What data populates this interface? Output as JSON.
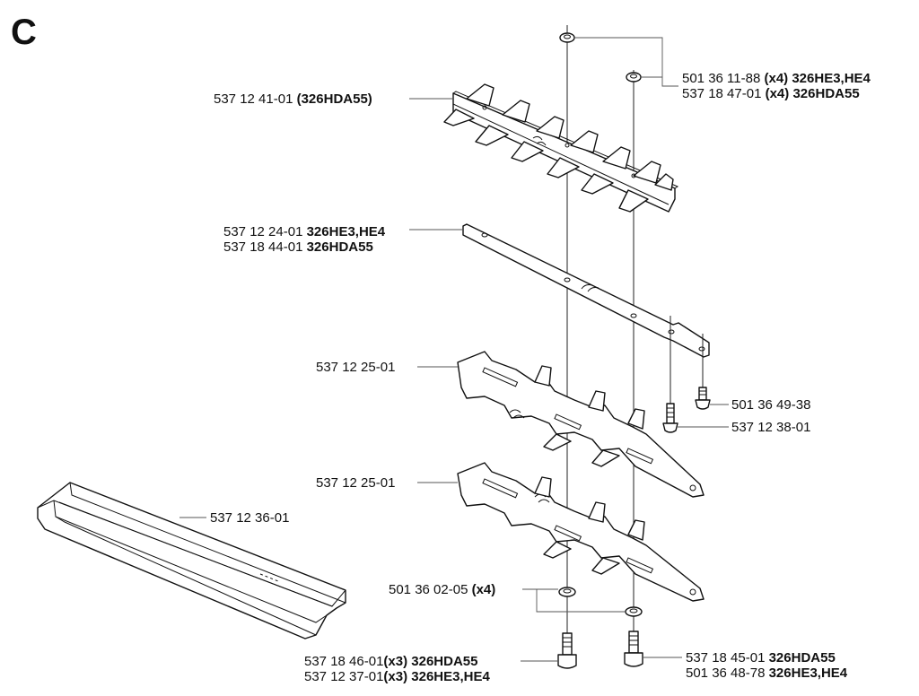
{
  "section": "C",
  "labels": {
    "l1a_num": "501 36 11-88",
    "l1a_qty": "(x4)",
    "l1a_model": "326HE3,HE4",
    "l1b_num": "537 18 47-01",
    "l1b_qty": "(x4)",
    "l1b_model": "326HDA55",
    "l2_num": "537 12 41-01",
    "l2_model": "(326HDA55)",
    "l3a_num": "537 12 24-01",
    "l3a_model": "326HE3,HE4",
    "l3b_num": "537 18 44-01",
    "l3b_model": "326HDA55",
    "l4_num": "537 12 25-01",
    "l5_num": "501 36 49-38",
    "l6_num": "537 12 38-01",
    "l7_num": "537 12 25-01",
    "l8_num": "537 12 36-01",
    "l9_num": "501 36 02-05",
    "l9_qty": "(x4)",
    "l10a_num": "537 18 46-01",
    "l10a_qty": "(x3)",
    "l10a_model": "326HDA55",
    "l10b_num": "537 12 37-01",
    "l10b_qty": "(x3)",
    "l10b_model": "326HE3,HE4",
    "l11a_num": "537 18 45-01",
    "l11a_model": "326HDA55",
    "l11b_num": "501 36 48-78",
    "l11b_model": "326HE3,HE4"
  }
}
